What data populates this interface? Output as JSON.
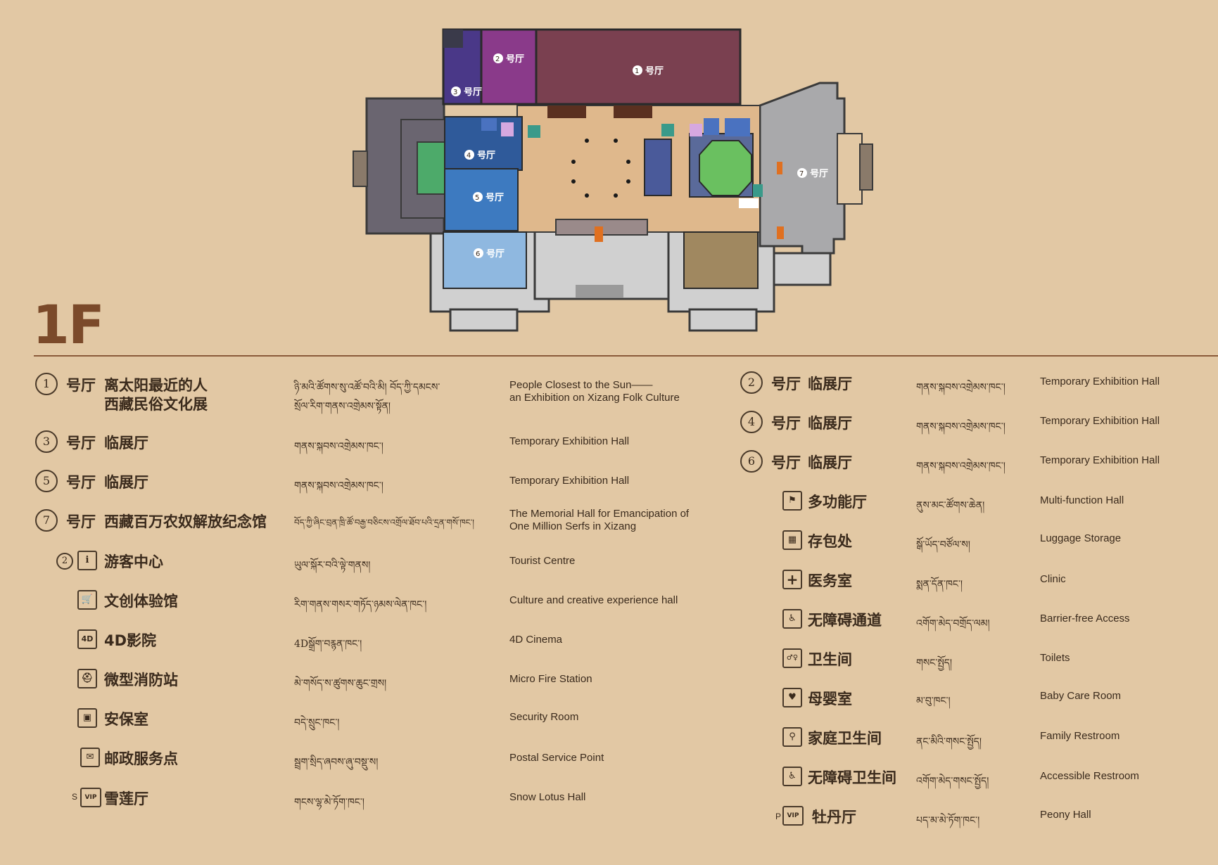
{
  "floor": "1F",
  "map_labels": {
    "hall1": "号厅",
    "hall2": "号厅",
    "hall3": "号厅",
    "hall4": "号厅",
    "hall5": "号厅",
    "hall6": "号厅",
    "hall7": "号厅",
    "n1": "1",
    "n2": "2",
    "n3": "3",
    "n4": "4",
    "n5": "5",
    "n6": "6",
    "n7": "7"
  },
  "legend_left": [
    {
      "num": "1",
      "hall": "号厅",
      "cn": "离太阳最近的人",
      "cn2": "西藏民俗文化展",
      "bo": "ཉི་མའི་ཚོགས་སུ་འཚོ་བའི་མི། བོད་ཀྱི་དམངས་",
      "bo2": "སྲོལ་རིག་གནས་འགྲེམས་སྟོན།",
      "en": "People Closest to the Sun——",
      "en2": "an Exhibition on Xizang Folk Culture"
    },
    {
      "num": "3",
      "hall": "号厅",
      "cn": "临展厅",
      "bo": "གནས་སྐབས་འགྲེམས་ཁང་།",
      "en": "Temporary Exhibition Hall"
    },
    {
      "num": "5",
      "hall": "号厅",
      "cn": "临展厅",
      "bo": "གནས་སྐབས་འགྲེམས་ཁང་།",
      "en": "Temporary Exhibition Hall"
    },
    {
      "num": "7",
      "hall": "号厅",
      "cn": "西藏百万农奴解放纪念馆",
      "bo": "བོད་ཀྱི་ཞིང་བྲན་ཁྲི་ཚོ་བརྒྱ་བཅིངས་འགྲོལ་ཐོབ་པའི་དྲན་གསོ་ཁང་།",
      "en": "The Memorial Hall for  Emancipation of",
      "en2": "One Million Serfs in Xizang"
    },
    {
      "num": "2",
      "icon": "i",
      "cn": "游客中心",
      "bo": "ཡུལ་སྐོར་བའི་ལྟེ་གནས།",
      "en": "Tourist Centre"
    },
    {
      "icon": "🛒",
      "cn": "文创体验馆",
      "bo": "རིག་གནས་གསར་གཏོད་ཉམས་ལེན་ཁང་།",
      "en": "Culture and creative experience hall"
    },
    {
      "icon": "4D",
      "cn": "4D影院",
      "bo": "4Dསྒྲོག་བརྙན་ཁང་།",
      "en": "4D Cinema"
    },
    {
      "icon": "⛑",
      "cn": "微型消防站",
      "bo": "མེ་གསོད་ས་ཚུགས་ཆུང་གྲས།",
      "en": "Micro Fire Station"
    },
    {
      "icon": "▣",
      "cn": "安保室",
      "bo": "བདེ་སྲུང་ཁང་།",
      "en": "Security Room"
    },
    {
      "icon": "✉",
      "cn": "邮政服务点",
      "bo": "སྦྲག་སྲིད་ཞབས་ཞུ་བསྡུ་ས།",
      "en": "Postal Service Point"
    },
    {
      "prefix": "S",
      "icon": "VIP",
      "cn": "雪莲厅",
      "bo": "གངས་ལྷ་མེ་ཏོག་ཁང་།",
      "en": "Snow Lotus Hall"
    }
  ],
  "legend_right": [
    {
      "num": "2",
      "hall": "号厅",
      "cn": "临展厅",
      "bo": "གནས་སྐབས་འགྲེམས་ཁང་།",
      "en": "Temporary Exhibition Hall"
    },
    {
      "num": "4",
      "hall": "号厅",
      "cn": "临展厅",
      "bo": "གནས་སྐབས་འགྲེམས་ཁང་།",
      "en": "Temporary Exhibition Hall"
    },
    {
      "num": "6",
      "hall": "号厅",
      "cn": "临展厅",
      "bo": "གནས་སྐབས་འགྲེམས་ཁང་།",
      "en": "Temporary Exhibition Hall"
    },
    {
      "icon": "⚑",
      "cn": "多功能厅",
      "bo": "ནུས་མང་ཚོགས་ཆེན།",
      "en": "Multi-function Hall"
    },
    {
      "icon": "▦",
      "cn": "存包处",
      "bo": "སྒོ་ཡོད་བཙོལ་ས།",
      "en": "Luggage Storage"
    },
    {
      "icon": "+",
      "cn": "医务室",
      "bo": "སྨན་དོན་ཁང་།",
      "en": "Clinic"
    },
    {
      "icon": "♿",
      "cn": "无障碍通道",
      "bo": "འགོག་མེད་བགྲོད་ལམ།",
      "en": "Barrier-free Access"
    },
    {
      "icon": "♂♀",
      "cn": "卫生间",
      "bo": "གསང་སྤྱོད།",
      "en": "Toilets"
    },
    {
      "icon": "♥",
      "cn": "母婴室",
      "bo": "མ་བུ་ཁང་།",
      "en": "Baby Care Room"
    },
    {
      "icon": "⚲",
      "cn": "家庭卫生间",
      "bo": "ནང་མིའི་གསང་སྤྱོད།",
      "en": "Family Restroom"
    },
    {
      "icon": "♿",
      "cn": "无障碍卫生间",
      "bo": "འགོག་མེད་གསང་སྤྱོད།",
      "en": "Accessible Restroom"
    },
    {
      "prefix": "P",
      "icon": "VIP",
      "cn": "牡丹厅",
      "bo": "པད་མ་མེ་ཏོག་ཁང་།",
      "en": "Peony Hall"
    }
  ]
}
